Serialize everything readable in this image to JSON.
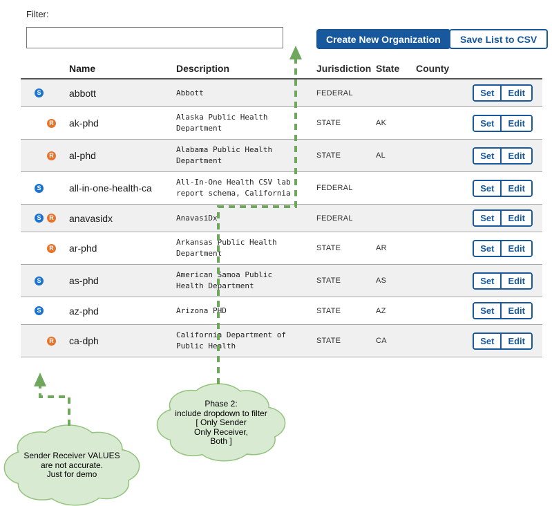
{
  "filter": {
    "label": "Filter:",
    "value": "",
    "placeholder": ""
  },
  "toolbar": {
    "create_button": "Create New Organization",
    "save_csv_button": "Save List to CSV"
  },
  "table": {
    "headers": {
      "name": "Name",
      "description": "Description",
      "jurisdiction": "Jurisdiction",
      "state": "State",
      "county": "County"
    },
    "badges": {
      "sender": "S",
      "receiver": "R"
    },
    "actions": {
      "set": "Set",
      "edit": "Edit"
    },
    "rows": [
      {
        "sender": true,
        "receiver": false,
        "name": "abbott",
        "description": "Abbott",
        "jurisdiction": "FEDERAL",
        "state": "",
        "county": ""
      },
      {
        "sender": false,
        "receiver": true,
        "name": "ak-phd",
        "description": "Alaska Public Health Department",
        "jurisdiction": "STATE",
        "state": "AK",
        "county": ""
      },
      {
        "sender": false,
        "receiver": true,
        "name": "al-phd",
        "description": "Alabama Public Health Department",
        "jurisdiction": "STATE",
        "state": "AL",
        "county": ""
      },
      {
        "sender": true,
        "receiver": false,
        "name": "all-in-one-health-ca",
        "description": "All-In-One Health CSV lab report schema, California",
        "jurisdiction": "FEDERAL",
        "state": "",
        "county": ""
      },
      {
        "sender": true,
        "receiver": true,
        "name": "anavasidx",
        "description": "AnavasiDx",
        "jurisdiction": "FEDERAL",
        "state": "",
        "county": ""
      },
      {
        "sender": false,
        "receiver": true,
        "name": "ar-phd",
        "description": "Arkansas Public Health Department",
        "jurisdiction": "STATE",
        "state": "AR",
        "county": ""
      },
      {
        "sender": true,
        "receiver": false,
        "name": "as-phd",
        "description": "American Samoa Public Health Department",
        "jurisdiction": "STATE",
        "state": "AS",
        "county": ""
      },
      {
        "sender": true,
        "receiver": false,
        "name": "az-phd",
        "description": "Arizona PHD",
        "jurisdiction": "STATE",
        "state": "AZ",
        "county": ""
      },
      {
        "sender": false,
        "receiver": true,
        "name": "ca-dph",
        "description": "California Department of Public Health",
        "jurisdiction": "STATE",
        "state": "CA",
        "county": ""
      }
    ]
  },
  "annotations": {
    "phase2_note_lines": [
      "Phase 2:",
      "include dropdown to filter",
      "[ Only Sender",
      "Only Receiver,",
      "Both ]"
    ],
    "demo_note_lines": [
      "Sender Receiver VALUES",
      "are not accurate.",
      "Just for demo"
    ]
  },
  "colors": {
    "primary_blue": "#17599c",
    "sender_badge_blue": "#1a73cf",
    "receiver_badge_orange": "#e8742c",
    "annotation_green": "#6fa85c",
    "cloud_fill": "#d9ead3",
    "cloud_border": "#93c47d",
    "row_shade": "#f0f0f0"
  }
}
